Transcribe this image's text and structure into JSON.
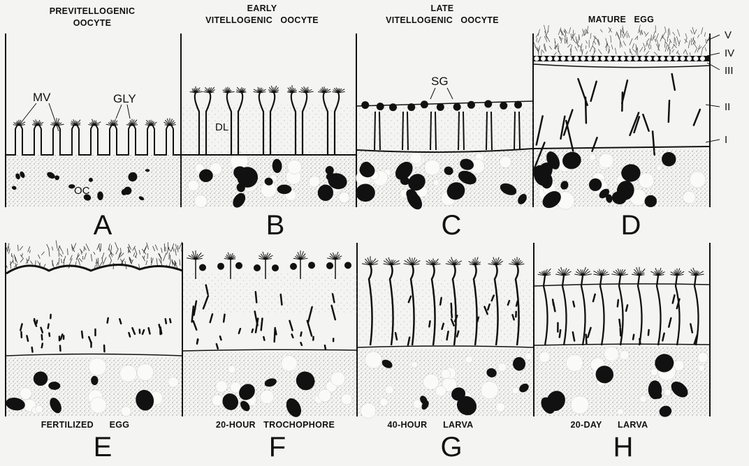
{
  "panels": [
    {
      "letter": "A",
      "title_lines": [
        "PREVITELLOGENIC",
        "OOCYTE"
      ]
    },
    {
      "letter": "B",
      "title_lines": [
        "EARLY",
        "VITELLOGENIC   OOCYTE"
      ]
    },
    {
      "letter": "C",
      "title_lines": [
        "LATE",
        "VITELLOGENIC   OOCYTE"
      ]
    },
    {
      "letter": "D",
      "title_lines": [
        "MATURE   EGG"
      ]
    },
    {
      "letter": "E",
      "caption": "FERTILIZED      EGG"
    },
    {
      "letter": "F",
      "caption": "20-HOUR   TROCHOPHORE"
    },
    {
      "letter": "G",
      "caption": "40-HOUR      LARVA"
    },
    {
      "letter": "H",
      "caption": "20-DAY      LARVA"
    }
  ],
  "annotations": {
    "mv": "MV",
    "gly": "GLY",
    "oc": "OC",
    "dl": "DL",
    "sg": "SG"
  },
  "layers": [
    "V",
    "IV",
    "III",
    "II",
    "I"
  ],
  "colors": {
    "ink": "#111111",
    "paper": "#f4f4f2",
    "stipple": "#8a8a8a"
  }
}
